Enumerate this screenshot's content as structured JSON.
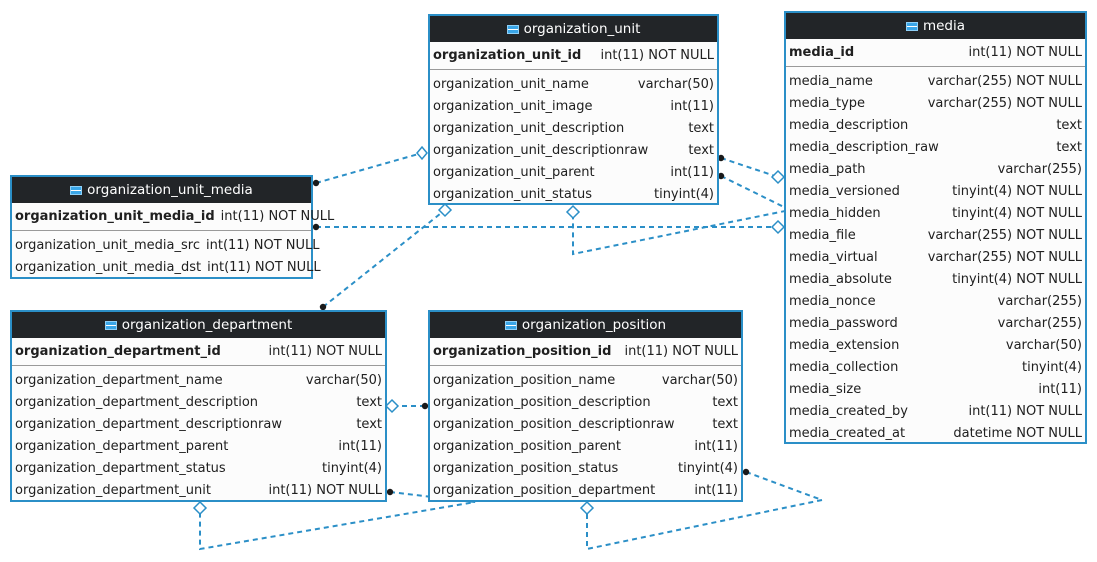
{
  "tables": {
    "organization_unit": {
      "title": "organization_unit",
      "pk": {
        "name": "organization_unit_id",
        "type": "int(11) NOT NULL"
      },
      "columns": [
        {
          "name": "organization_unit_name",
          "type": "varchar(50)"
        },
        {
          "name": "organization_unit_image",
          "type": "int(11)"
        },
        {
          "name": "organization_unit_description",
          "type": "text"
        },
        {
          "name": "organization_unit_descriptionraw",
          "type": "text"
        },
        {
          "name": "organization_unit_parent",
          "type": "int(11)"
        },
        {
          "name": "organization_unit_status",
          "type": "tinyint(4)"
        }
      ]
    },
    "media": {
      "title": "media",
      "pk": {
        "name": "media_id",
        "type": "int(11) NOT NULL"
      },
      "columns": [
        {
          "name": "media_name",
          "type": "varchar(255) NOT NULL"
        },
        {
          "name": "media_type",
          "type": "varchar(255) NOT NULL"
        },
        {
          "name": "media_description",
          "type": "text"
        },
        {
          "name": "media_description_raw",
          "type": "text"
        },
        {
          "name": "media_path",
          "type": "varchar(255)"
        },
        {
          "name": "media_versioned",
          "type": "tinyint(4) NOT NULL"
        },
        {
          "name": "media_hidden",
          "type": "tinyint(4) NOT NULL"
        },
        {
          "name": "media_file",
          "type": "varchar(255) NOT NULL"
        },
        {
          "name": "media_virtual",
          "type": "varchar(255) NOT NULL"
        },
        {
          "name": "media_absolute",
          "type": "tinyint(4) NOT NULL"
        },
        {
          "name": "media_nonce",
          "type": "varchar(255)"
        },
        {
          "name": "media_password",
          "type": "varchar(255)"
        },
        {
          "name": "media_extension",
          "type": "varchar(50)"
        },
        {
          "name": "media_collection",
          "type": "tinyint(4)"
        },
        {
          "name": "media_size",
          "type": "int(11)"
        },
        {
          "name": "media_created_by",
          "type": "int(11) NOT NULL"
        },
        {
          "name": "media_created_at",
          "type": "datetime NOT NULL"
        }
      ]
    },
    "organization_unit_media": {
      "title": "organization_unit_media",
      "pk": {
        "name": "organization_unit_media_id",
        "type": "int(11) NOT NULL"
      },
      "columns": [
        {
          "name": "organization_unit_media_src",
          "type": "int(11) NOT NULL"
        },
        {
          "name": "organization_unit_media_dst",
          "type": "int(11) NOT NULL"
        }
      ]
    },
    "organization_department": {
      "title": "organization_department",
      "pk": {
        "name": "organization_department_id",
        "type": "int(11) NOT NULL"
      },
      "columns": [
        {
          "name": "organization_department_name",
          "type": "varchar(50)"
        },
        {
          "name": "organization_department_description",
          "type": "text"
        },
        {
          "name": "organization_department_descriptionraw",
          "type": "text"
        },
        {
          "name": "organization_department_parent",
          "type": "int(11)"
        },
        {
          "name": "organization_department_status",
          "type": "tinyint(4)"
        },
        {
          "name": "organization_department_unit",
          "type": "int(11) NOT NULL"
        }
      ]
    },
    "organization_position": {
      "title": "organization_position",
      "pk": {
        "name": "organization_position_id",
        "type": "int(11) NOT NULL"
      },
      "columns": [
        {
          "name": "organization_position_name",
          "type": "varchar(50)"
        },
        {
          "name": "organization_position_description",
          "type": "text"
        },
        {
          "name": "organization_position_descriptionraw",
          "type": "text"
        },
        {
          "name": "organization_position_parent",
          "type": "int(11)"
        },
        {
          "name": "organization_position_status",
          "type": "tinyint(4)"
        },
        {
          "name": "organization_position_department",
          "type": "int(11)"
        }
      ]
    }
  },
  "colors": {
    "link": "#2b8fc7",
    "header_bg": "#222528",
    "border": "#2b8fc7"
  }
}
